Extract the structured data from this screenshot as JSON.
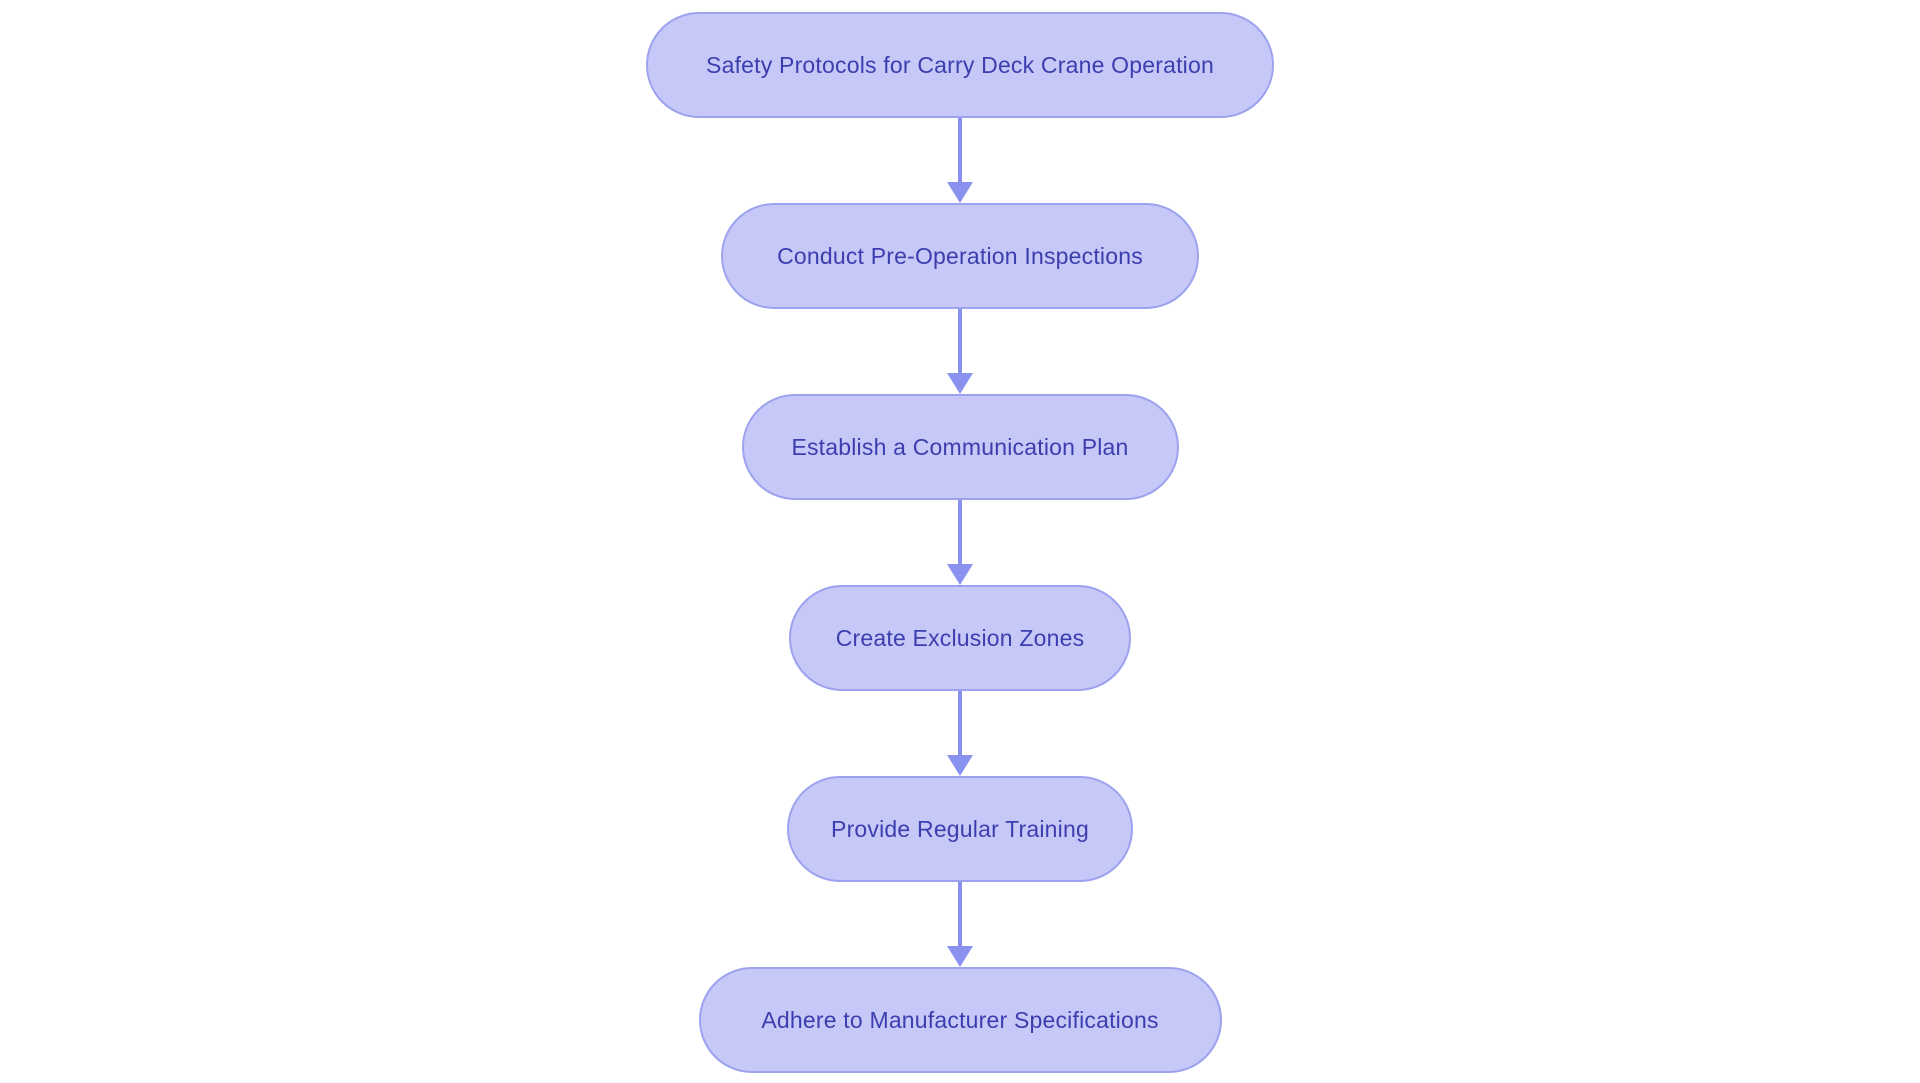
{
  "colors": {
    "background": "#ffffff",
    "node_fill": "#c6c9f7",
    "node_border": "#9da2ef",
    "node_text": "#3b3eae",
    "arrow": "#8b91ee"
  },
  "flowchart": {
    "type": "flowchart",
    "direction": "top-down",
    "nodes": [
      {
        "id": 1,
        "shape": "rounded-pill",
        "label": "Safety Protocols for Carry Deck Crane Operation"
      },
      {
        "id": 2,
        "shape": "rounded-pill",
        "label": "Conduct Pre-Operation Inspections"
      },
      {
        "id": 3,
        "shape": "rounded-pill",
        "label": "Establish a Communication Plan"
      },
      {
        "id": 4,
        "shape": "rounded-pill",
        "label": "Create Exclusion Zones"
      },
      {
        "id": 5,
        "shape": "rounded-pill",
        "label": "Provide Regular Training"
      },
      {
        "id": 6,
        "shape": "rounded-pill",
        "label": "Adhere to Manufacturer Specifications"
      }
    ],
    "edges": [
      {
        "from": 1,
        "to": 2
      },
      {
        "from": 2,
        "to": 3
      },
      {
        "from": 3,
        "to": 4
      },
      {
        "from": 4,
        "to": 5
      },
      {
        "from": 5,
        "to": 6
      }
    ]
  }
}
